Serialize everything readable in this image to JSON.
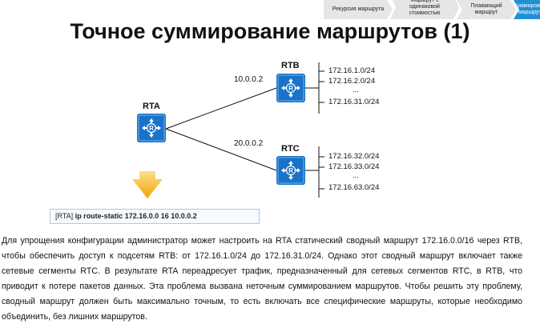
{
  "breadcrumb": {
    "tabs": [
      {
        "label": "Рекурсия маршрута",
        "active": false
      },
      {
        "label": "Маршрут с одинаковой стоимостью",
        "active": false
      },
      {
        "label": "Плавающий маршрут",
        "active": false
      },
      {
        "label": "Суммирование маршрутов",
        "active": true
      }
    ]
  },
  "page": {
    "title": "Точное суммирование маршрутов (1)"
  },
  "diagram": {
    "routers": {
      "rta": "RTA",
      "rtb": "RTB",
      "rtc": "RTC"
    },
    "links": {
      "rtb_ip": "10.0.0.2",
      "rtc_ip": "20.0.0.2"
    },
    "rtb_networks": {
      "n1": "172.16.1.0/24",
      "n2": "172.16.2.0/24",
      "dots": "...",
      "n3": "172.16.31.0/24"
    },
    "rtc_networks": {
      "n1": "172.16.32.0/24",
      "n2": "172.16.33.0/24",
      "dots": "...",
      "n3": "172.16.63.0/24"
    },
    "command": {
      "prompt": "[RTA]",
      "text": "ip route-static 172.16.0.0 16 10.0.0.2"
    },
    "colors": {
      "router": "#1a73c8",
      "arrow": "#f6b21b",
      "active_tab": "#1f8fd6"
    }
  },
  "body": {
    "paragraph": "Для упрощения конфигурации администратор может настроить на RTA статический сводный маршрут 172.16.0.0/16 через RTB, чтобы обеспечить доступ к подсетям RTB: от 172.16.1.0/24 до 172.16.31.0/24. Однако этот сводный маршрут включает также сетевые сегменты RTC. В результате RTA переадресует трафик, предназначенный для сетевых сегментов RTC, в RTB, что приводит к потере пакетов данных. Эта проблема вызвана неточным суммированием маршрутов. Чтобы решить эту проблему, сводный маршрут должен быть максимально точным, то есть включать все специфические маршруты, которые необходимо объединить, без лишних маршрутов."
  }
}
